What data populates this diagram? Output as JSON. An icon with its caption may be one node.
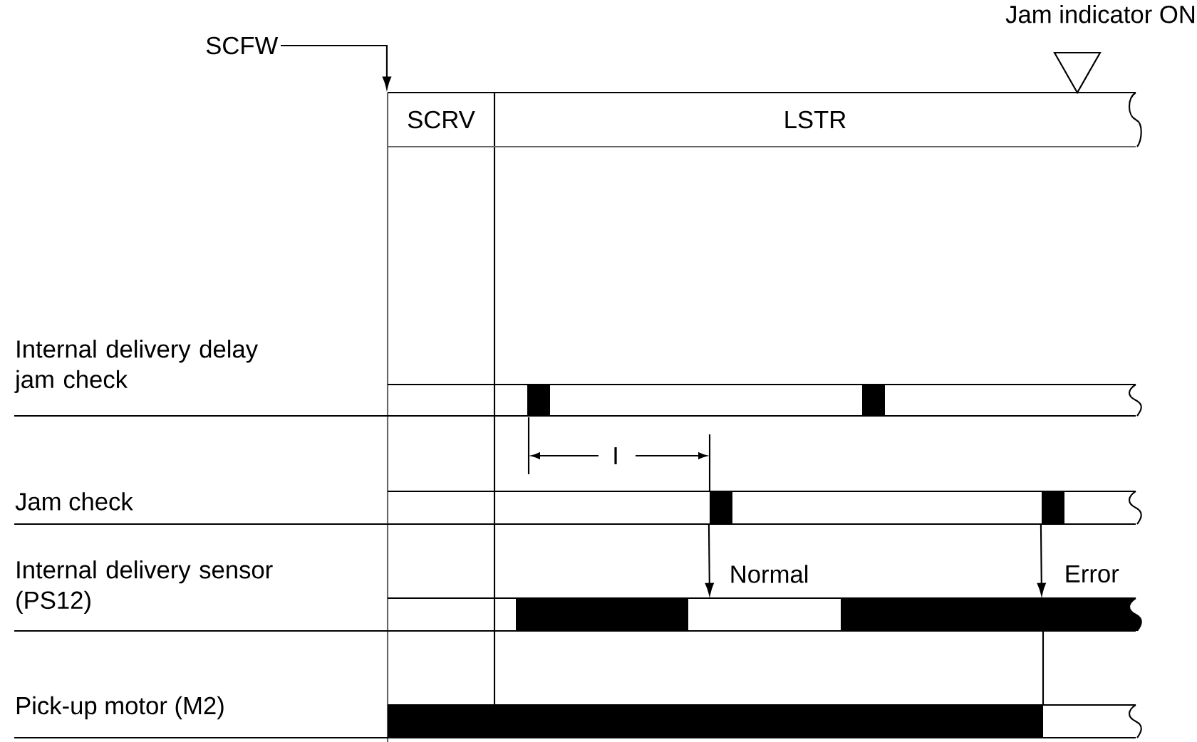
{
  "diagram": {
    "nodes": [
      {
        "text": [
          "SCFW"
        ]
      },
      {
        "text": [
          "SCRV"
        ]
      },
      {
        "text": [
          "LSTR"
        ]
      },
      {
        "text": [],
        "shape": "bar"
      },
      {
        "text": [],
        "shape": "bar"
      },
      {
        "text": [],
        "shape": "bar"
      },
      {
        "text": [],
        "shape": "bar"
      }
    ],
    "edges": [
      {
        "from": 0,
        "to": 1,
        "arrow": "to"
      },
      {
        "from": 5,
        "to": null,
        "arrow": "to",
        "label": "Normal"
      },
      {
        "from": 6,
        "to": null,
        "arrow": "to",
        "label": "Error"
      }
    ],
    "labels": [
      "Jam indicator ON",
      "Internal delivery delay jam check",
      "I",
      "Jam check",
      "Internal delivery sensor (PS12)",
      "Pick-up motor (M2)"
    ]
  }
}
